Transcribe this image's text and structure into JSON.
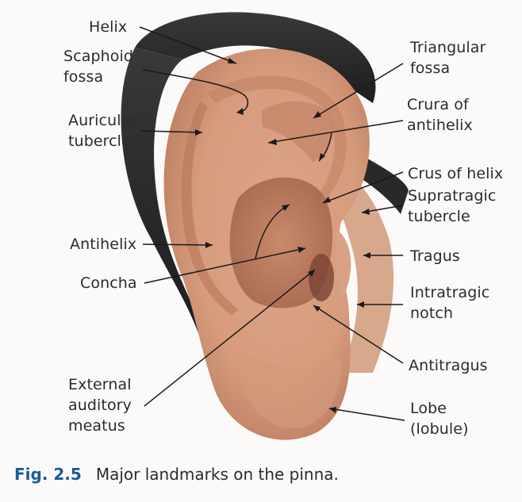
{
  "labels": {
    "helix": "Helix",
    "scaphoid_fossa": "Scaphoid\nfossa",
    "auricular_tubercle": "Auricular\ntubercle",
    "antihelix": "Antihelix",
    "concha": "Concha",
    "external_auditory_meatus": "External\nauditory\nmeatus",
    "triangular_fossa": "Triangular\nfossa",
    "crura_of_antihelix": "Crura of\nantihelix",
    "crus_of_helix": "Crus of helix",
    "supratragic_tubercle": "Supratragic\ntubercle",
    "tragus": "Tragus",
    "intratragic_notch": "Intratragic\nnotch",
    "antitragus": "Antitragus",
    "lobe": "Lobe\n(lobule)"
  },
  "caption": {
    "figure_number": "Fig. 2.5",
    "text": "Major landmarks on the pinna."
  }
}
